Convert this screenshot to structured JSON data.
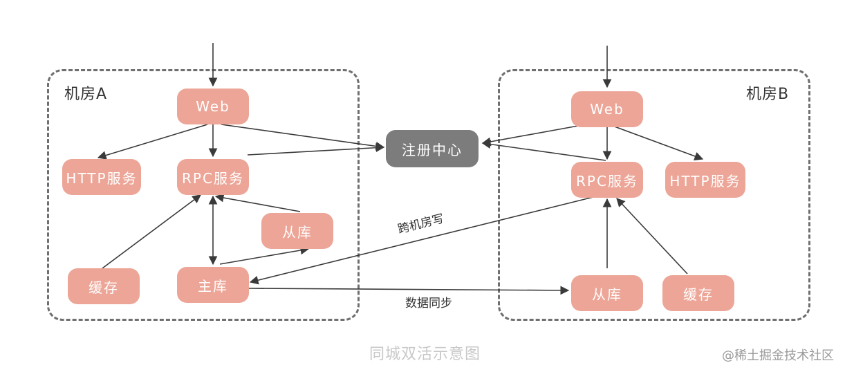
{
  "room_a": {
    "title": "机房A"
  },
  "room_b": {
    "title": "机房B"
  },
  "nodes": {
    "a_web": "Web",
    "a_http": "HTTP服务",
    "a_rpc": "RPC服务",
    "a_slave": "从库",
    "a_cache": "缓存",
    "a_master": "主库",
    "registry": "注册中心",
    "b_web": "Web",
    "b_rpc": "RPC服务",
    "b_http": "HTTP服务",
    "b_slave": "从库",
    "b_cache": "缓存"
  },
  "edge_labels": {
    "cross_write": "跨机房写",
    "data_sync": "数据同步"
  },
  "caption": "同城双活示意图",
  "watermark": "@稀土掘金技术社区",
  "colors": {
    "node_fill": "#eca597",
    "registry_fill": "#7c7c7c",
    "line": "#3a3a3a",
    "room_border": "#6f6f6f"
  }
}
